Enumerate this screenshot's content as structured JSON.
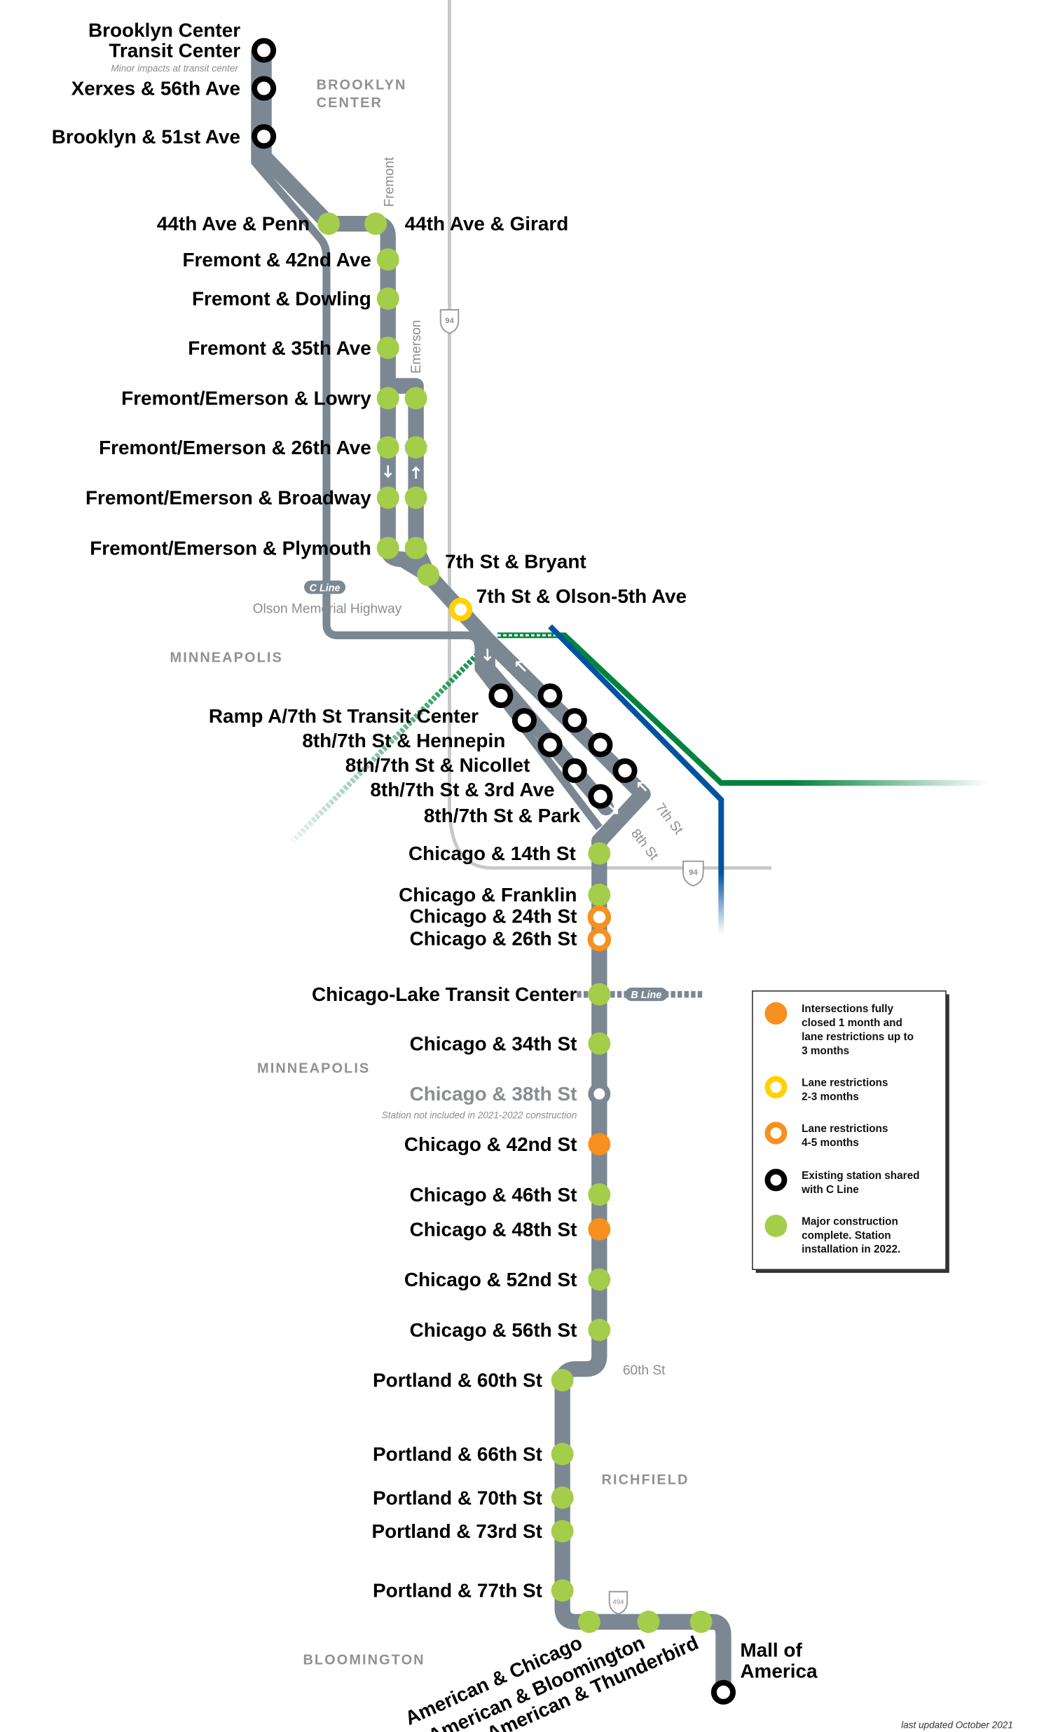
{
  "title_region_labels": {
    "brooklyn_center_1": "BROOKLYN",
    "brooklyn_center_2": "CENTER",
    "minneapolis_north": "MINNEAPOLIS",
    "minneapolis_south": "MINNEAPOLIS",
    "richfield": "RICHFIELD",
    "bloomington": "BLOOMINGTON"
  },
  "streets": {
    "fremont": "Fremont",
    "emerson": "Emerson",
    "olson": "Olson Memorial Highway",
    "seventh": "7th St",
    "eighth": "8th St",
    "sixtieth": "60th St"
  },
  "highways": {
    "i94_north": "94",
    "i94_south": "94",
    "i494": "494"
  },
  "line_badges": {
    "c_line": "C Line",
    "b_line": "B Line"
  },
  "colors": {
    "route": "#7b8893",
    "complete": "#a4cd4a",
    "closed": "#f7901e",
    "lane23": "#ffd200",
    "green_line": "#00843d",
    "blue_line": "#0053a0",
    "red_line": "#e8423a"
  },
  "stations": [
    {
      "name": "Brooklyn Center",
      "name2": "Transit Center",
      "note": "Minor impacts at transit center",
      "status": "existing"
    },
    {
      "name": "Xerxes & 56th Ave",
      "status": "existing"
    },
    {
      "name": "Brooklyn & 51st Ave",
      "status": "existing"
    },
    {
      "name": "44th Ave & Penn",
      "status": "complete"
    },
    {
      "name": "44th Ave & Girard",
      "status": "complete"
    },
    {
      "name": "Fremont & 42nd Ave",
      "status": "complete"
    },
    {
      "name": "Fremont & Dowling",
      "status": "complete"
    },
    {
      "name": "Fremont & 35th Ave",
      "status": "complete"
    },
    {
      "name": "Fremont/Emerson & Lowry",
      "status": "complete"
    },
    {
      "name": "Fremont/Emerson & 26th Ave",
      "status": "complete"
    },
    {
      "name": "Fremont/Emerson & Broadway",
      "status": "complete"
    },
    {
      "name": "Fremont/Emerson & Plymouth",
      "status": "complete"
    },
    {
      "name": "7th St & Bryant",
      "status": "complete"
    },
    {
      "name": "7th St & Olson-5th Ave",
      "status": "lane23"
    },
    {
      "name": "Ramp A/7th St Transit Center",
      "status": "existing"
    },
    {
      "name": "8th/7th St & Hennepin",
      "status": "existing"
    },
    {
      "name": "8th/7th St & Nicollet",
      "status": "existing"
    },
    {
      "name": "8th/7th St & 3rd Ave",
      "status": "existing"
    },
    {
      "name": "8th/7th St & Park",
      "status": "existing"
    },
    {
      "name": "Chicago & 14th St",
      "status": "complete"
    },
    {
      "name": "Chicago & Franklin",
      "status": "complete"
    },
    {
      "name": "Chicago & 24th St",
      "status": "lane45"
    },
    {
      "name": "Chicago & 26th St",
      "status": "lane45"
    },
    {
      "name": "Chicago-Lake Transit Center",
      "status": "complete"
    },
    {
      "name": "Chicago & 34th St",
      "status": "complete"
    },
    {
      "name": "Chicago & 38th St",
      "note": "Station not included in 2021-2022 construction",
      "status": "notincluded"
    },
    {
      "name": "Chicago & 42nd St",
      "status": "closed"
    },
    {
      "name": "Chicago & 46th St",
      "status": "complete"
    },
    {
      "name": "Chicago & 48th St",
      "status": "closed"
    },
    {
      "name": "Chicago & 52nd St",
      "status": "complete"
    },
    {
      "name": "Chicago & 56th St",
      "status": "complete"
    },
    {
      "name": "Portland & 60th St",
      "status": "complete"
    },
    {
      "name": "Portland & 66th St",
      "status": "complete"
    },
    {
      "name": "Portland & 70th St",
      "status": "complete"
    },
    {
      "name": "Portland & 73rd St",
      "status": "complete"
    },
    {
      "name": "Portland & 77th St",
      "status": "complete"
    },
    {
      "name": "American & Chicago",
      "status": "complete"
    },
    {
      "name": "American & Bloomington",
      "status": "complete"
    },
    {
      "name": "American & Thunderbird",
      "status": "complete"
    },
    {
      "name": "Mall of",
      "name2": "America",
      "status": "existing"
    }
  ],
  "legend": {
    "items": [
      {
        "status": "closed",
        "lines": [
          "Intersections fully",
          "closed 1 month and",
          "lane restrictions up to",
          "3 months"
        ]
      },
      {
        "status": "lane23",
        "lines": [
          "Lane restrictions",
          "2-3 months"
        ]
      },
      {
        "status": "lane45",
        "lines": [
          "Lane restrictions",
          "4-5 months"
        ]
      },
      {
        "status": "existing",
        "lines": [
          "Existing station shared",
          "with C Line"
        ]
      },
      {
        "status": "complete",
        "lines": [
          "Major construction",
          "complete. Station",
          "installation in 2022."
        ]
      }
    ]
  },
  "footer": {
    "updated": "last updated October 2021"
  }
}
